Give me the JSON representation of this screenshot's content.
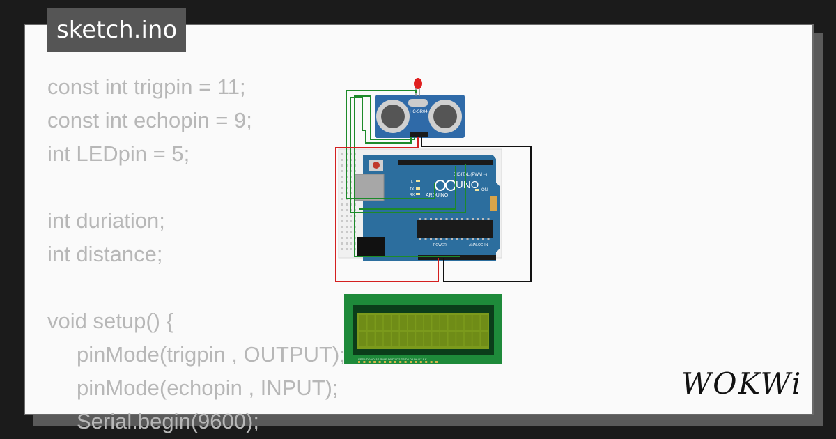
{
  "title": "sketch.ino",
  "code_lines": [
    {
      "text": "const int trigpin = 11;",
      "indent": false
    },
    {
      "text": "const int echopin = 9;",
      "indent": false
    },
    {
      "text": "int LEDpin = 5;",
      "indent": false
    },
    {
      "text": "",
      "indent": false
    },
    {
      "text": "int duriation;",
      "indent": false
    },
    {
      "text": "int distance;",
      "indent": false
    },
    {
      "text": "",
      "indent": false
    },
    {
      "text": "void setup() {",
      "indent": false
    },
    {
      "text": "pinMode(trigpin , OUTPUT);",
      "indent": true
    },
    {
      "text": "pinMode(echopin , INPUT);",
      "indent": true
    },
    {
      "text": "Serial.begin(9600);",
      "indent": true
    }
  ],
  "circuit": {
    "sensor_label": "HC-SR04",
    "board_brand": "ARDUINO",
    "board_model": "UNO",
    "digital_label": "DIGITAL (PWM ~)",
    "power_label": "POWER",
    "analog_label": "ANALOG IN",
    "tx_label": "TX",
    "rx_label": "RX",
    "on_label": "ON",
    "l_label": "L",
    "lcd_pins_label": "VSS VDD V0 RS RW E D0 D1 D2 D3 D4 D5 D6 D7 A K"
  },
  "colors": {
    "background": "#1b1b1b",
    "card": "#fafafa",
    "code_text": "#b7b7b7",
    "title_tab": "#555555",
    "board": "#2c6e9e",
    "lcd_board": "#1e8a3a",
    "lcd_screen": "#7b9a1c",
    "led": "#e02020",
    "wire_green": "#1d8a2a",
    "wire_red": "#d42020",
    "wire_black": "#111111"
  },
  "logo": {
    "text": "WOKWi"
  }
}
